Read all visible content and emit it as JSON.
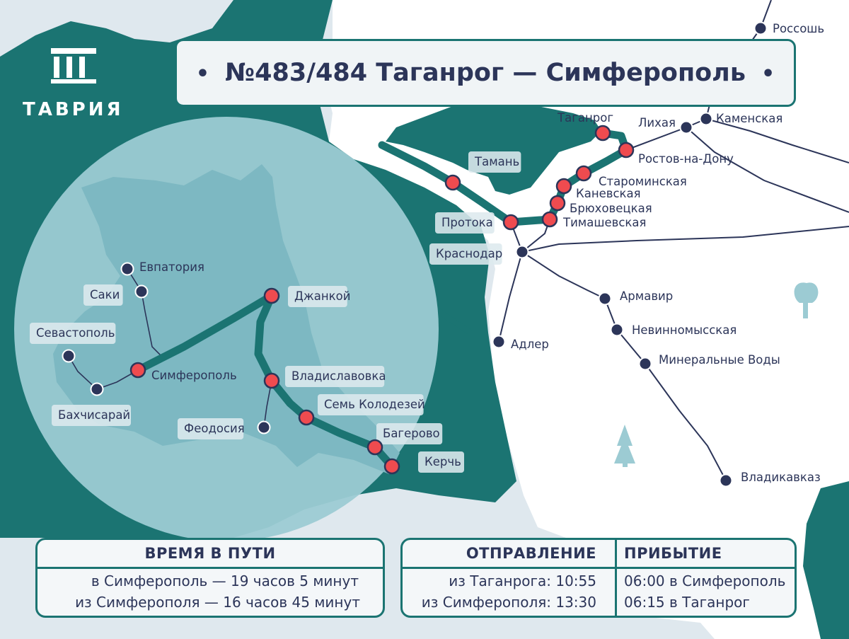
{
  "title": "№483/484 Таганрог — Симферополь",
  "brand": {
    "name": "ТАВРИЯ",
    "logo": "columns-icon"
  },
  "colors": {
    "teal": "#1b7472",
    "navy": "#2c3559",
    "red_station": "#ef4b4f",
    "sea": "#dfe8ee",
    "land": "#ffffff",
    "inset": "#7db8c2"
  },
  "route_stations": {
    "taganrog": "Таганрог",
    "rostov": "Ростов-на-Дону",
    "starominskaya": "Староминская",
    "kanevskaya": "Каневская",
    "bryukhovetskaya": "Брюховецкая",
    "timashevskaya": "Тимашевская",
    "protoka": "Протока",
    "taman": "Тамань",
    "dzhankoy": "Джанкой",
    "simferopol": "Симферополь",
    "vladislavovka": "Владиславовка",
    "sem_kolodezey": "Семь Колодезей",
    "bagerovo": "Багерово",
    "kerch": "Керчь"
  },
  "other_stations": {
    "rossosh": "Россошь",
    "likhaya": "Лихая",
    "kamenskaya": "Каменская",
    "krasnodar": "Краснодар",
    "armavir": "Армавир",
    "nevinnomysskaya": "Невинномысская",
    "mineralnye_vody": "Минеральные Воды",
    "vladikavkaz": "Владикавказ",
    "adler": "Адлер",
    "evpatoriya": "Евпатория",
    "saki": "Саки",
    "sevastopol": "Севастополь",
    "bakhchisaray": "Бахчисарай",
    "feodosiya": "Феодосия"
  },
  "travel_time": {
    "heading": "ВРЕМЯ В ПУТИ",
    "to_simferopol": "в Симферополь — 19 часов 5 минут",
    "from_simferopol": "из Симферополя — 16 часов 45 минут"
  },
  "schedule": {
    "departure_heading": "ОТПРАВЛЕНИЕ",
    "arrival_heading": "ПРИБЫТИЕ",
    "dep_taganrog": "из Таганрога: 10:55",
    "dep_simferopol": "из Симферополя: 13:30",
    "arr_simferopol": "06:00 в Симферополь",
    "arr_taganrog": "06:15 в Таганрог"
  }
}
